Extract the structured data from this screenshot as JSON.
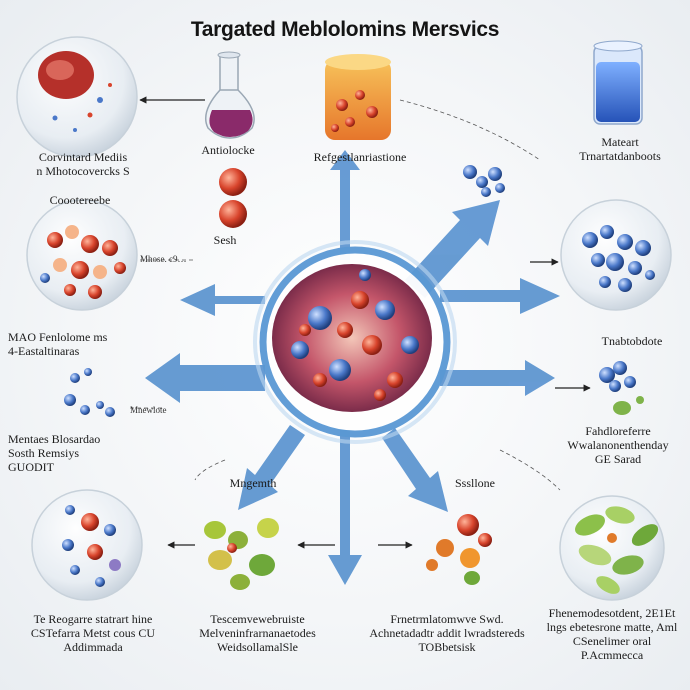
{
  "title": "Targated Meblolomins Mersvics",
  "labels": {
    "top_left_caption": "Corvintard Mediis\nn Mhotocovercks S",
    "flask_caption": "Antiolocke",
    "jar_caption": "Refgestlanriastione",
    "beaker_caption": "Mateart\nTrnartatdanboots",
    "left_cluster_title": "Coootereebe",
    "beads_caption": "Sesh",
    "mid_left_caption": "MAO Fenlolome ms\n4-Eastaltinaras",
    "mid_left_small": "Mnewlote",
    "left_lower_caption": "Mentaes Blosardao\nSosth Remsiys\nGUODIT",
    "right_mid_caption": "Tnabtobdote",
    "right_lower_caption": "Fahdloreferre\nWwalanonenthenday\nGE Sarad",
    "bottom_left_caption": "Te Reogarre statrart hine\nCSTefarra Metst cous CU\nAddimmada",
    "magent_caption": "Mngemth",
    "center_bottom_caption": "Tescemvewebruiste\nMelveninfrarnanaetodes\nWeidsollamalSle",
    "sollone_caption": "Sssllone",
    "bottom_right_caption": "Frnetrmlatomwve Swd.\nAchnetadadtr addit lwradstereds\nTOBbetsisk",
    "far_right_caption": "Fhenemodesotdent, 2E1Et\nlngs ebetesrone matte, Aml\nCSenelimer oral\nP.Acmmecca",
    "small_note": "Mhose. c9…"
  },
  "colors": {
    "arrow": "#3f7fc0",
    "ring": "#5a98d4",
    "molecule_red": "#d8442c",
    "molecule_blue": "#4a78c9",
    "flask_liquid": "#8a2a6a",
    "jar_liquid": "#f1a03a",
    "beaker_liquid": "#3b73d6",
    "leaf_green": "#6ea83a"
  }
}
